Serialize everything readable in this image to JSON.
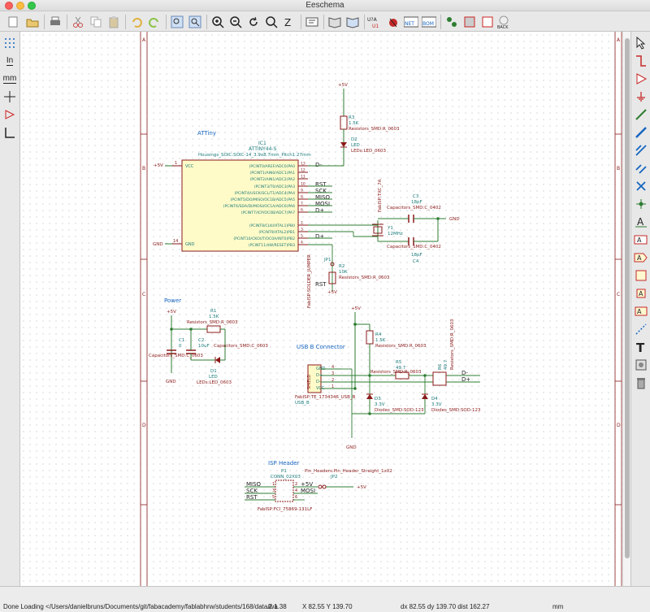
{
  "window": {
    "title": "Eeschema"
  },
  "left_toolbar": {
    "units_in": "In",
    "units_mm": "mm"
  },
  "status": {
    "message": "Done Loading </Users/danielbruns/Documents/git/fabacademy/fablabhrw/students/168/data/wa",
    "zoom": "Z 1.38",
    "cursor": "X 82.55  Y 139.70",
    "delta": "dx 82.55  dy 139.70  dist 162.27",
    "units": "mm"
  },
  "schematic": {
    "border_rows": [
      "A",
      "B",
      "C",
      "D"
    ],
    "attiny": {
      "title": "ATTiny",
      "ref": "IC1",
      "value": "ATTINY44-S",
      "footprint": "Housings_SOIC:SOIC-14_3.9x8.7mm_Pitch1.27mm",
      "left_pins": [
        "VCC",
        "GND"
      ],
      "vcc_pin_no": "1",
      "gnd_pin_no": "14",
      "right_pins": [
        "(PCINT0/AREF/ADC0)PA0",
        "(PCINT1/AIN0/ADC1)PA1",
        "(PCINT2/AIN1/ADC2)PA2",
        "(PCINT3/T0/ADC3)PA3",
        "(PCINT4/USCK/SCL/T1/ADC4)PA4",
        "(PCINT5/DO/MISO/OC1B/ADC5)PA5",
        "(PCINT6/SDA/DI/MOSI/OC1A/ADC6)PA6",
        "(PCINT7/ICP/OC0B/ADC7)PA7",
        "(PCINT8/CLKI/XTAL1)PB0",
        "(PCINT9/XTAL2)PB1",
        "(PCINT10/CKOUT/OC0A/INT0)PB2",
        "(PCINT11/dW/RESET)PB3"
      ],
      "right_pin_nos": [
        "13",
        "12",
        "11",
        "10",
        "9",
        "8",
        "7",
        "6",
        "2",
        "3",
        "5",
        "4"
      ],
      "labels": [
        "D-",
        "RST",
        "SCK",
        "MISO",
        "MOSI",
        "D+",
        "D+"
      ]
    },
    "power_labels": {
      "vcc": "+5V",
      "gnd": "GND"
    },
    "r3": {
      "ref": "R3",
      "value": "1.5K",
      "fp": "Resistors_SMD:R_0603"
    },
    "d2": {
      "ref": "D2",
      "value": "LED",
      "fp": "LEDs:LED_0603"
    },
    "y1": {
      "ref": "Y1",
      "value": "12MHz",
      "fp": "FabISP:TXC_7A"
    },
    "c3": {
      "ref": "C3",
      "value": "18pF",
      "fp": "Capacitors_SMD:C_0402"
    },
    "c4": {
      "ref": "C4",
      "value": "18pF",
      "fp": "Capacitors_SMD:C_0402"
    },
    "r2": {
      "ref": "R2",
      "value": "10K",
      "fp": "Resistors_SMD:R_0603"
    },
    "jp1": {
      "ref": "JP1",
      "fp": "FabISP:SOLDER_JUMPER"
    },
    "power": {
      "title": "Power",
      "r1": {
        "ref": "R1",
        "value": "1.5K",
        "fp": "Resistors_SMD:R_0603"
      },
      "c1": {
        "ref": "C1",
        "value": "0",
        "fp": "Capacitors_SMD:C_0603"
      },
      "c2": {
        "ref": "C2",
        "value": "10uF",
        "fp": "Capacitors_SMD:C_0603"
      },
      "d1": {
        "ref": "D1",
        "value": "LED",
        "fp": "LEDs:LED_0603"
      }
    },
    "usb": {
      "title": "USB B Connector",
      "conn_ref": "USB_B",
      "conn_fp": "FabISP:TE_1734346_USB_B",
      "conn_side": "SHIELD",
      "pins": [
        "GND",
        "D+",
        "D-",
        "VCC"
      ],
      "pin_nos": [
        "4",
        "3",
        "2",
        "1"
      ],
      "r4": {
        "ref": "R4",
        "value": "1.5K",
        "fp": "Resistors_SMD:R_0603"
      },
      "r5": {
        "ref": "R5",
        "value": "49.7",
        "fp": "Resistors_SMD:R_0603"
      },
      "r6": {
        "ref": "R6",
        "value": "49.7",
        "fp": "Resistors_SMD:R_0603"
      },
      "d3": {
        "ref": "D3",
        "value": "3.3V",
        "fp": "Diodes_SMD:SOD-123"
      },
      "d4": {
        "ref": "D4",
        "value": "3.3V",
        "fp": "Diodes_SMD:SOD-123"
      },
      "labels": [
        "D-",
        "D+"
      ]
    },
    "isp": {
      "title": "ISP Header",
      "ref": "P1",
      "value": "CONN_02X03",
      "fp": "FabISP:FCI_75869-131LF",
      "jp2_ref": "JP2",
      "jp2_fp": "Pin_Headers:Pin_Header_Straight_1x02",
      "left": [
        "MISO",
        "SCK",
        "RST"
      ],
      "right": [
        "+5V",
        "MOSI"
      ],
      "pin_nos_left": [
        "1",
        "3",
        "5"
      ],
      "pin_nos_right": [
        "2",
        "4",
        "6"
      ]
    }
  }
}
